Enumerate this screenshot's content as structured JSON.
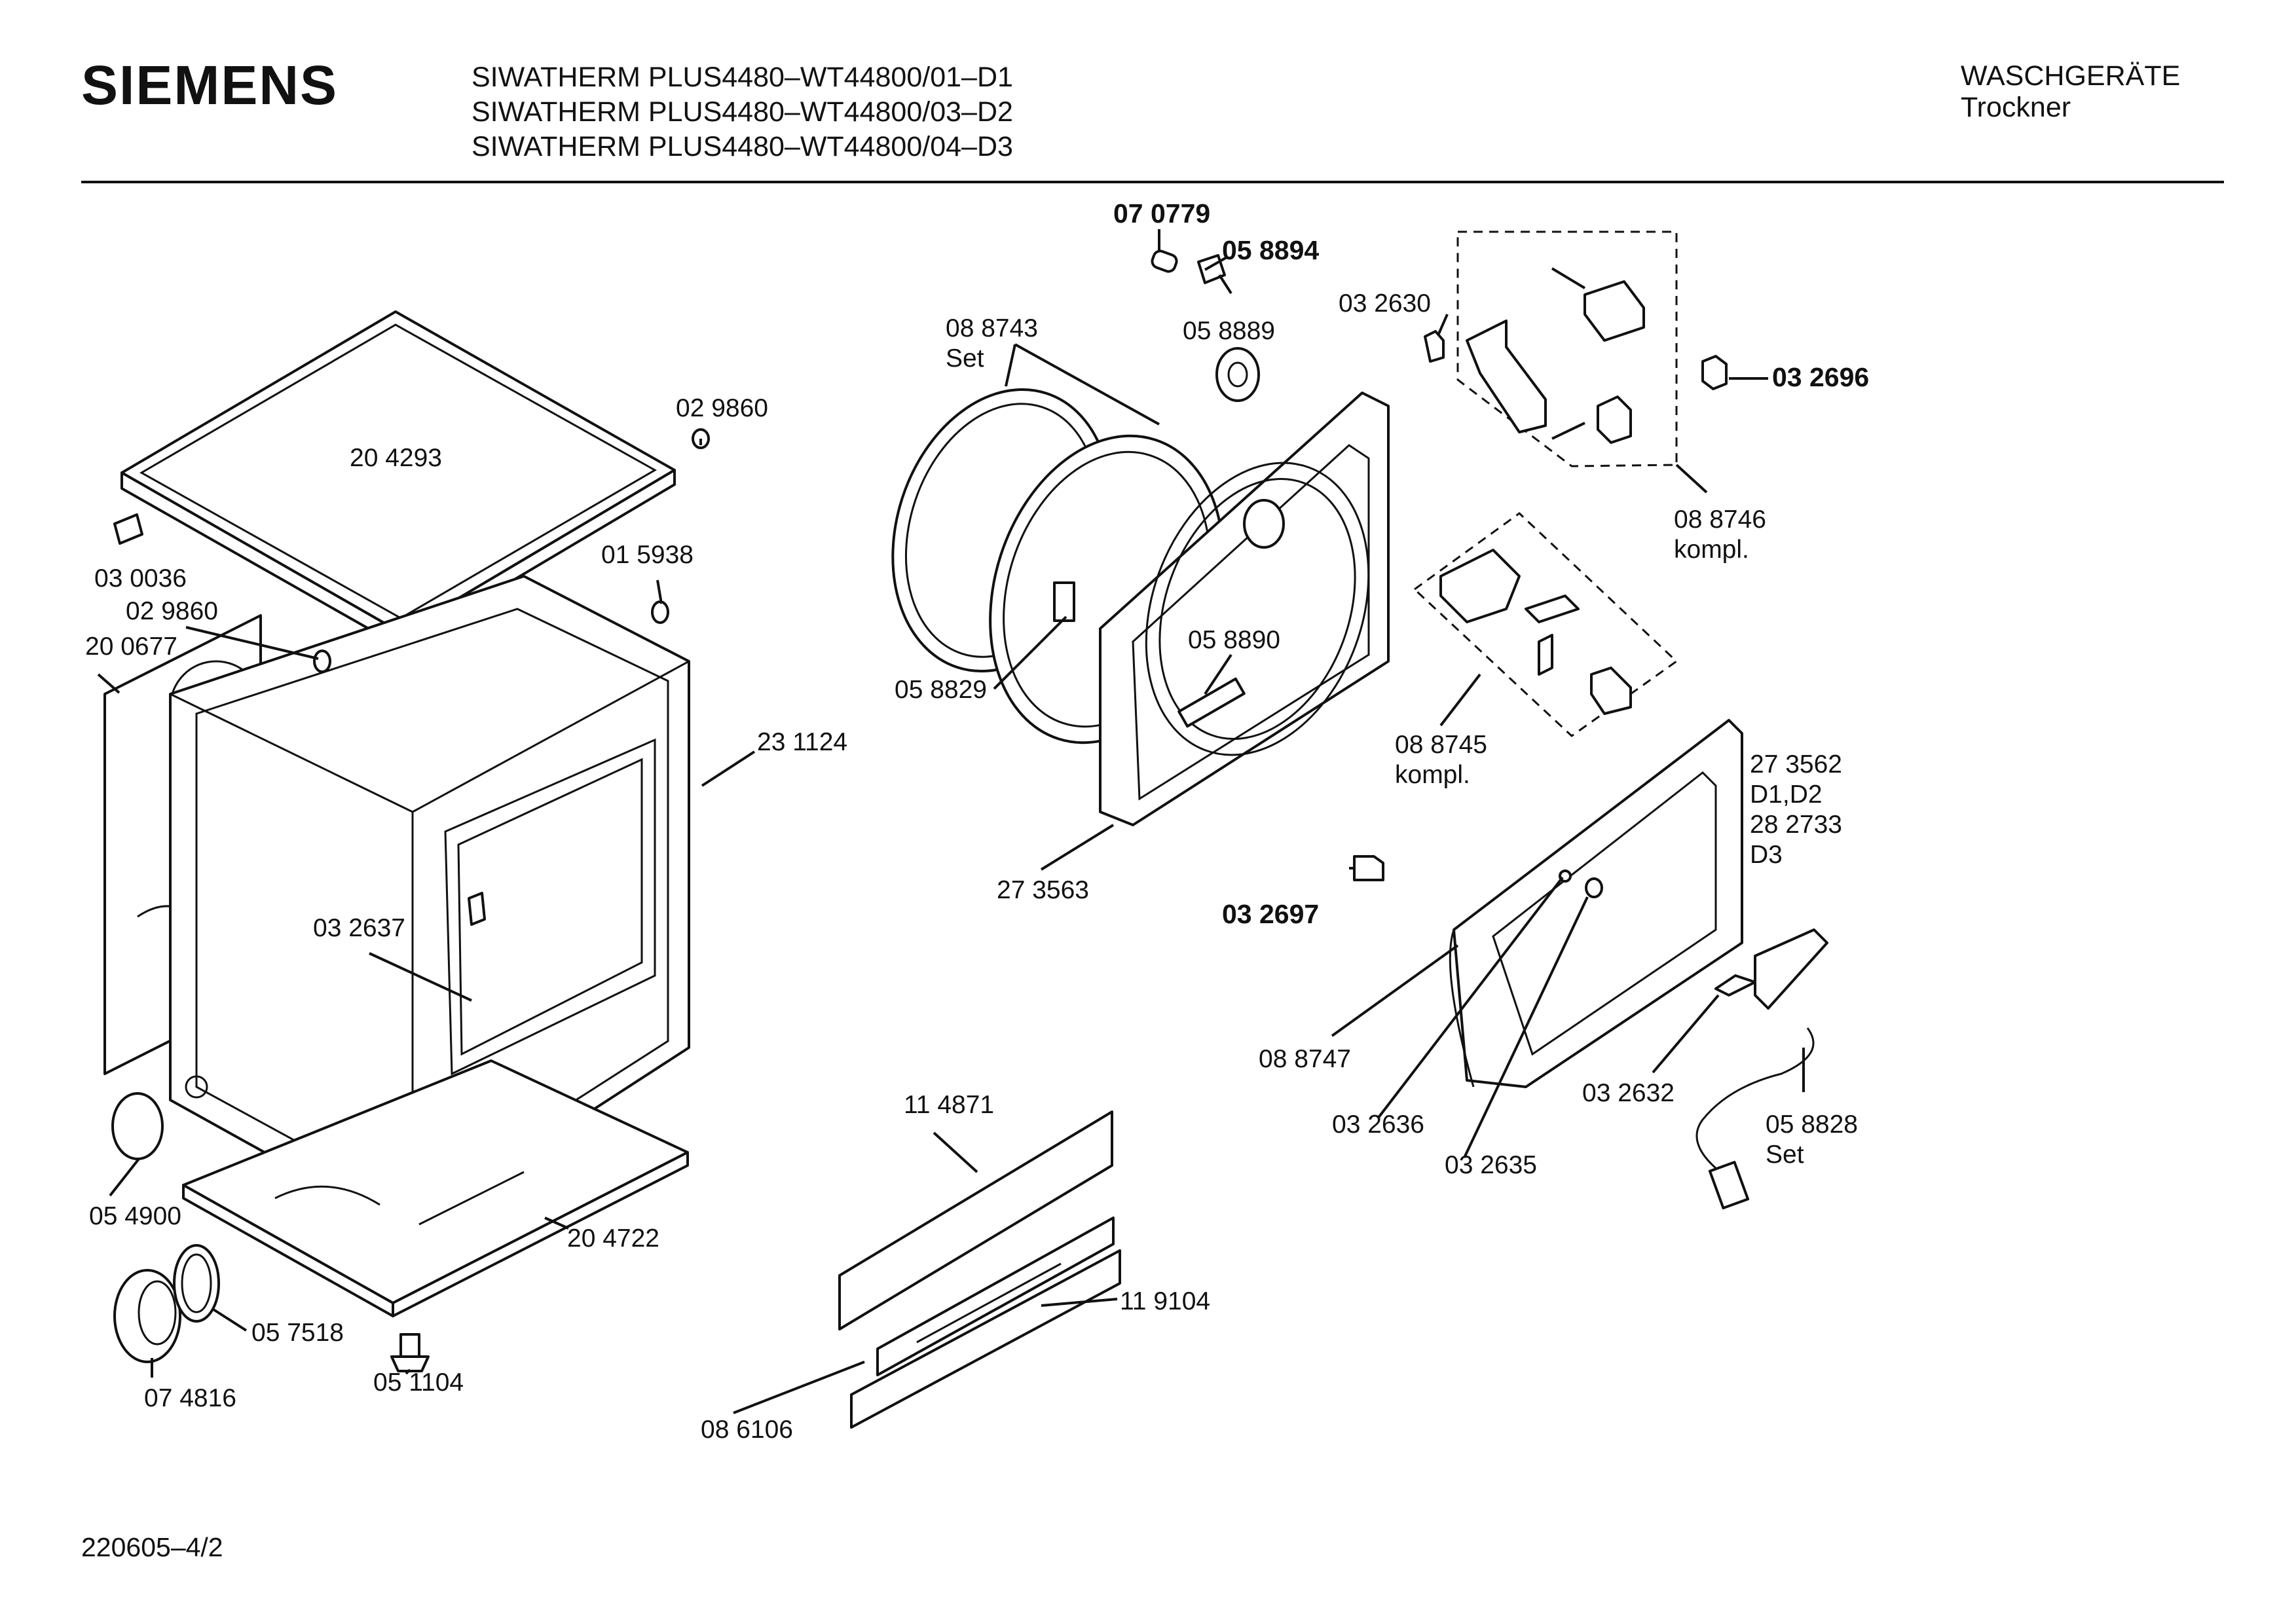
{
  "header": {
    "brand": "SIEMENS",
    "models": [
      "SIWATHERM PLUS4480–WT44800/01–D1",
      "SIWATHERM PLUS4480–WT44800/03–D2",
      "SIWATHERM PLUS4480–WT44800/04–D3"
    ],
    "category": "WASCHGERÄTE",
    "subcategory": "Trockner"
  },
  "footer": {
    "drawing_number": "220605–4/2"
  },
  "parts": [
    {
      "id": "label-070779",
      "lines": [
        "07 0779"
      ],
      "bold": true
    },
    {
      "id": "label-058894",
      "lines": [
        "05 8894"
      ],
      "bold": true
    },
    {
      "id": "label-088743",
      "lines": [
        "08 8743",
        "Set"
      ],
      "bold": false
    },
    {
      "id": "label-058889",
      "lines": [
        "05 8889"
      ],
      "bold": false
    },
    {
      "id": "label-032630",
      "lines": [
        "03 2630"
      ],
      "bold": false
    },
    {
      "id": "label-032696",
      "lines": [
        "03 2696"
      ],
      "bold": true
    },
    {
      "id": "label-088746",
      "lines": [
        "08 8746",
        "kompl."
      ],
      "bold": false
    },
    {
      "id": "label-029860-top",
      "lines": [
        "02 9860"
      ],
      "bold": false
    },
    {
      "id": "label-204293",
      "lines": [
        "20 4293"
      ],
      "bold": false
    },
    {
      "id": "label-030036",
      "lines": [
        "03 0036"
      ],
      "bold": false
    },
    {
      "id": "label-015938",
      "lines": [
        "01 5938"
      ],
      "bold": false
    },
    {
      "id": "label-029860-side",
      "lines": [
        "02 9860"
      ],
      "bold": false
    },
    {
      "id": "label-200677",
      "lines": [
        "20 0677"
      ],
      "bold": false
    },
    {
      "id": "label-231124",
      "lines": [
        "23 1124"
      ],
      "bold": false
    },
    {
      "id": "label-058829",
      "lines": [
        "05 8829"
      ],
      "bold": false
    },
    {
      "id": "label-058890",
      "lines": [
        "05 8890"
      ],
      "bold": false
    },
    {
      "id": "label-088745",
      "lines": [
        "08 8745",
        "kompl."
      ],
      "bold": false
    },
    {
      "id": "label-273562",
      "lines": [
        "27 3562",
        "D1,D2",
        "28 2733",
        "D3"
      ],
      "bold": false
    },
    {
      "id": "label-273563",
      "lines": [
        "27 3563"
      ],
      "bold": false
    },
    {
      "id": "label-032697",
      "lines": [
        "03 2697"
      ],
      "bold": true
    },
    {
      "id": "label-032637",
      "lines": [
        "03 2637"
      ],
      "bold": false
    },
    {
      "id": "label-088747",
      "lines": [
        "08 8747"
      ],
      "bold": false
    },
    {
      "id": "label-114871",
      "lines": [
        "11 4871"
      ],
      "bold": false
    },
    {
      "id": "label-032636",
      "lines": [
        "03 2636"
      ],
      "bold": false
    },
    {
      "id": "label-032632",
      "lines": [
        "03 2632"
      ],
      "bold": false
    },
    {
      "id": "label-032635",
      "lines": [
        "03 2635"
      ],
      "bold": false
    },
    {
      "id": "label-058828",
      "lines": [
        "05 8828",
        "Set"
      ],
      "bold": false
    },
    {
      "id": "label-054900",
      "lines": [
        "05 4900"
      ],
      "bold": false
    },
    {
      "id": "label-204722",
      "lines": [
        "20 4722"
      ],
      "bold": false
    },
    {
      "id": "label-057518",
      "lines": [
        "05 7518"
      ],
      "bold": false
    },
    {
      "id": "label-119104",
      "lines": [
        "11 9104"
      ],
      "bold": false
    },
    {
      "id": "label-074816",
      "lines": [
        "07 4816"
      ],
      "bold": false
    },
    {
      "id": "label-051104",
      "lines": [
        "05 1104"
      ],
      "bold": false
    },
    {
      "id": "label-086106",
      "lines": [
        "08 6106"
      ],
      "bold": false
    }
  ]
}
